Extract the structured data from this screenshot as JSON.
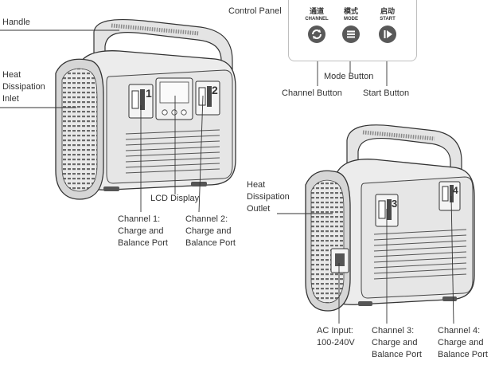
{
  "labels": {
    "handle": "Handle",
    "heat_inlet": [
      "Heat",
      "Dissipation",
      "Inlet"
    ],
    "lcd": "LCD Display",
    "ch1": [
      "Channel 1:",
      "Charge and",
      "Balance Port"
    ],
    "ch2": [
      "Channel 2:",
      "Charge and",
      "Balance Port"
    ],
    "control_panel": "Control Panel",
    "mode_button": "Mode Button",
    "channel_button": "Channel Button",
    "start_button": "Start Button",
    "heat_outlet": [
      "Heat",
      "Dissipation",
      "Outlet"
    ],
    "ac_input": [
      "AC Input:",
      "100-240V"
    ],
    "ch3": [
      "Channel 3:",
      "Charge and",
      "Balance Port"
    ],
    "ch4": [
      "Channel 4:",
      "Charge and",
      "Balance Port"
    ]
  },
  "panel_buttons": [
    {
      "cn": "通道",
      "en": "CHANNEL",
      "icon": "channel-cycle-icon"
    },
    {
      "cn": "模式",
      "en": "MODE",
      "icon": "mode-list-icon"
    },
    {
      "cn": "启动",
      "en": "START",
      "icon": "start-play-icon"
    }
  ],
  "device_port_numbers": {
    "front_left": "1",
    "front_right": "2",
    "back_left": "3",
    "back_right": "4"
  },
  "colors": {
    "device_body": "#e6e6e6",
    "device_outline": "#3a3a3a",
    "grille": "#555555",
    "button_fill": "#595959",
    "leader_line": "#333333"
  }
}
